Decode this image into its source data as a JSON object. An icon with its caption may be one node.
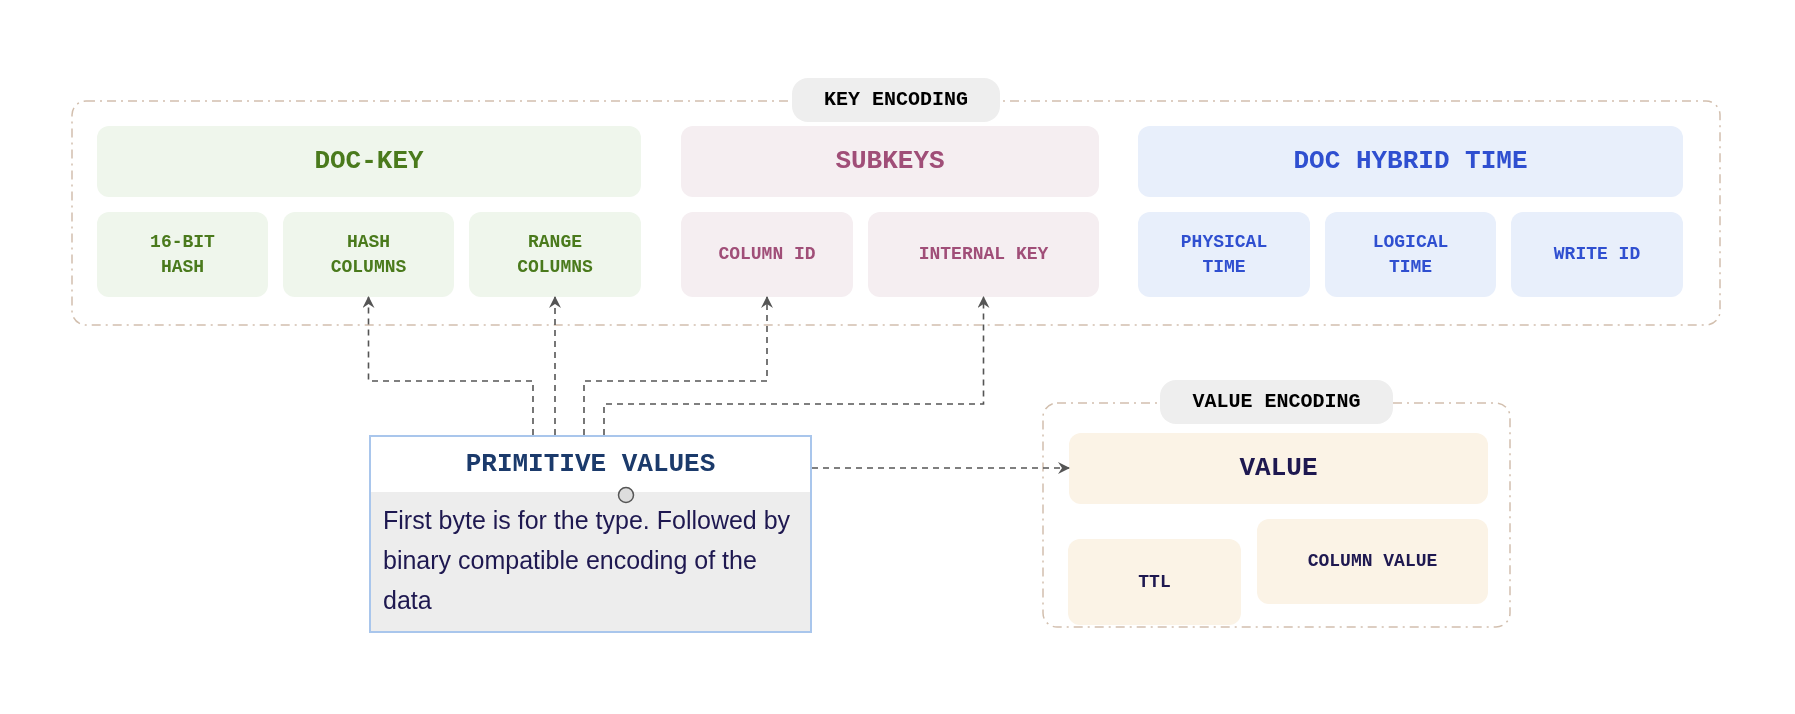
{
  "diagram": {
    "nodes": [
      {
        "text": [
          "KEY ENCODING"
        ]
      },
      {
        "text": [
          "DOC-KEY"
        ],
        "in": 0
      },
      {
        "text": [
          "16-BIT HASH"
        ],
        "in": 0
      },
      {
        "text": [
          "HASH COLUMNS"
        ],
        "in": 0
      },
      {
        "text": [
          "RANGE COLUMNS"
        ],
        "in": 0
      },
      {
        "text": [
          "SUBKEYS"
        ],
        "in": 0
      },
      {
        "text": [
          "COLUMN ID"
        ],
        "in": 0
      },
      {
        "text": [
          "INTERNAL KEY"
        ],
        "in": 0
      },
      {
        "text": [
          "DOC HYBRID TIME"
        ],
        "in": 0
      },
      {
        "text": [
          "PHYSICAL TIME"
        ],
        "in": 0
      },
      {
        "text": [
          "LOGICAL TIME"
        ],
        "in": 0
      },
      {
        "text": [
          "WRITE ID"
        ],
        "in": 0
      },
      {
        "text": [
          "PRIMITIVE VALUES",
          "First byte is for the type. Followed by binary compatible encoding of the data"
        ]
      },
      {
        "text": [
          "VALUE ENCODING"
        ]
      },
      {
        "text": [
          "VALUE"
        ],
        "in": 13
      },
      {
        "text": [
          "TTL"
        ],
        "in": 13
      },
      {
        "text": [
          "COLUMN VALUE"
        ],
        "in": 13
      }
    ],
    "edges": [
      {
        "from": 12,
        "to": 3,
        "arrow": "to",
        "style": "dashed"
      },
      {
        "from": 12,
        "to": 4,
        "arrow": "to",
        "style": "dashed"
      },
      {
        "from": 12,
        "to": 6,
        "arrow": "to",
        "style": "dashed"
      },
      {
        "from": 12,
        "to": 7,
        "arrow": "to",
        "style": "dashed"
      },
      {
        "from": 12,
        "to": 14,
        "arrow": "to",
        "style": "dashed"
      }
    ]
  }
}
